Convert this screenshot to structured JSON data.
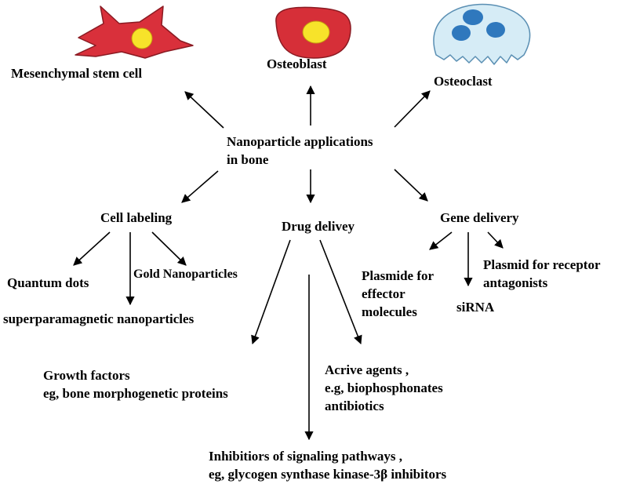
{
  "center": {
    "line1": "Nanoparticle applications",
    "line2": "in bone"
  },
  "cells": {
    "msc": "Mesenchymal stem cell",
    "osteoblast": "Osteoblast",
    "osteoclast": "Osteoclast"
  },
  "branches": {
    "cell_labeling": "Cell labeling",
    "drug_delivery": "Drug delivey",
    "gene_delivery": "Gene delivery"
  },
  "cell_labeling_items": {
    "quantum_dots": "Quantum dots",
    "gold": "Gold Nanoparticles",
    "superparamagnetic": "superparamagnetic nanoparticles"
  },
  "drug_items": {
    "growth_l1": "Growth factors",
    "growth_l2": "eg, bone morphogenetic proteins",
    "active_l1": "Acrive agents ,",
    "active_l2": "e.g, biophosphonates",
    "active_l3": "antibiotics",
    "inhib_l1": "Inhibitiors of signaling pathways ,",
    "inhib_l2": "eg, glycogen synthase kinase-3β inhibitors"
  },
  "gene_items": {
    "plasmide_l1": "Plasmide for",
    "plasmide_l2": "effector",
    "plasmide_l3": "molecules",
    "sirna": "siRNA",
    "receptor_l1": "Plasmid for receptor",
    "receptor_l2": "antagonists"
  },
  "colors": {
    "msc_body": "#d9303b",
    "osteoblast_body": "#d62f38",
    "nucleus": "#f7e32a",
    "osteoclast_body": "#d6ecf6",
    "osteoclast_nuclei": "#2f78bd"
  },
  "icons": [
    "mesenchymal-stem-cell-icon",
    "osteoblast-icon",
    "osteoclast-icon"
  ]
}
